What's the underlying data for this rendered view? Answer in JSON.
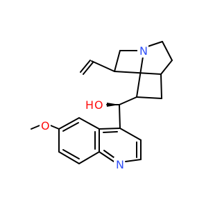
{
  "molecule": {
    "atoms": {
      "hydroxyl_oxygen": {
        "text": "O",
        "color": "#ff0d0d"
      },
      "hydroxyl_hydrogen": {
        "text": "H",
        "color": "#ff0d0d"
      },
      "quinuclidine_nitrogen": {
        "text": "N",
        "color": "#3050f8"
      },
      "quinoline_nitrogen": {
        "text": "N",
        "color": "#3050f8"
      },
      "methoxy_oxygen": {
        "text": "O",
        "color": "#ff0d0d"
      }
    }
  }
}
